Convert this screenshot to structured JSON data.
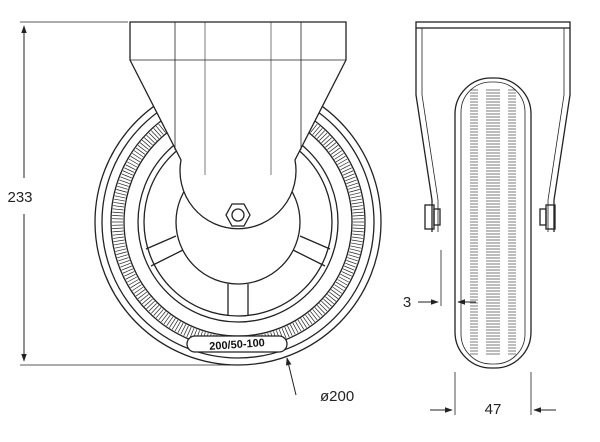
{
  "dimensions": {
    "height": "233",
    "diameter": "ø200",
    "width": "47",
    "offset": "3"
  },
  "tire_marking": "200/50-100",
  "colors": {
    "line": "#222222",
    "background": "#ffffff"
  }
}
